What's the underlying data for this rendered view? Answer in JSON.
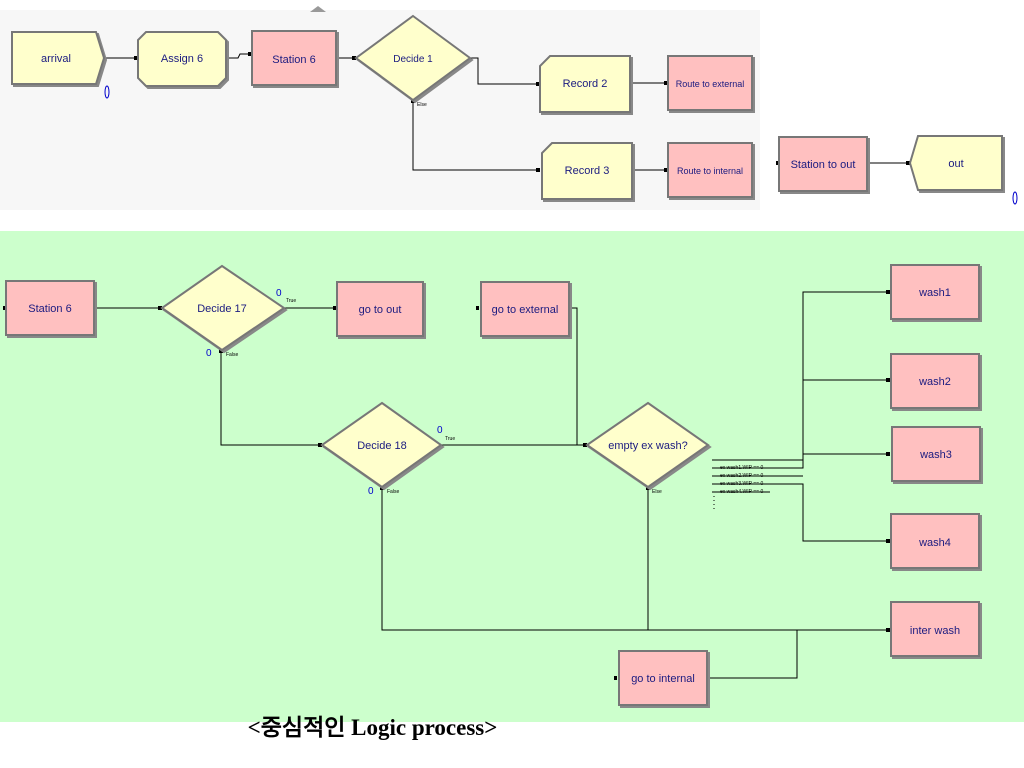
{
  "top_flow": {
    "arrival": "arrival",
    "assign": "Assign 6",
    "station": "Station 6",
    "decide": "Decide 1",
    "record2": "Record 2",
    "record3": "Record 3",
    "route_external": "Route to external",
    "route_internal": "Route to internal",
    "station_out": "Station to out",
    "out": "out",
    "branch_label": "Else"
  },
  "bottom_flow": {
    "station": "Station 6",
    "decide17": "Decide 17",
    "go_out": "go to out",
    "go_external": "go to external",
    "decide18": "Decide 18",
    "empty_wash": "empty ex wash?",
    "wash1": "wash1",
    "wash2": "wash2",
    "wash3": "wash3",
    "wash4": "wash4",
    "inter_wash": "inter wash",
    "go_internal": "go to internal",
    "true_label": "True",
    "false_label": "False",
    "else_label": "Else",
    "counter": "0",
    "conditions": [
      "ex wash1.WIP == 0",
      "ex wash2.WIP == 0",
      "ex wash3.WIP == 0",
      "ex wash4.WIP == 0"
    ]
  },
  "caption": "<중심적인 Logic process>",
  "colors": {
    "process_fill": "#ffffcc",
    "station_fill": "#ffc0c0",
    "bottom_background": "#ccffcc",
    "text": "#1a1a80"
  }
}
